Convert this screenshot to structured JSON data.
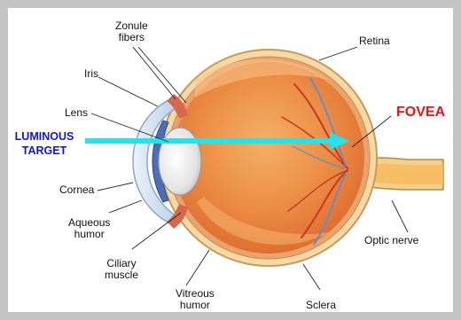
{
  "diagram": {
    "labels": {
      "zonule_fibers": [
        "Zonule",
        "fibers"
      ],
      "retina": "Retina",
      "iris": "Iris",
      "lens": "Lens",
      "luminous_target": [
        "LUMINOUS",
        "TARGET"
      ],
      "fovea": "FOVEA",
      "cornea": "Cornea",
      "aqueous_humor": [
        "Aqueous",
        "humor"
      ],
      "optic_nerve": "Optic nerve",
      "ciliary_muscle": [
        "Ciliary",
        "muscle"
      ],
      "vitreous_humor": [
        "Vitreous",
        "humor"
      ],
      "sclera": "Sclera"
    },
    "colors": {
      "background": "#c4c4c4",
      "panel": "#ffffff",
      "target_text": "#1212e8",
      "fovea_text": "#ee1111",
      "light_ray": "#22e4ec",
      "eyeball_interior": "#e8833c",
      "sclera": "#f6d9a4",
      "vessels_red": "#cc3322",
      "vessels_blue": "#5a8ed0"
    }
  }
}
